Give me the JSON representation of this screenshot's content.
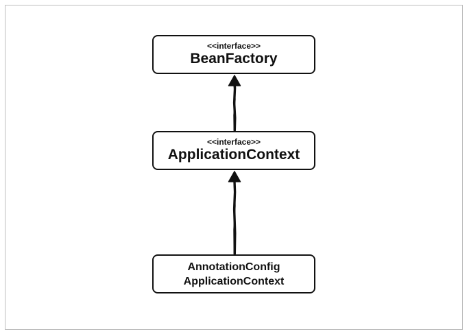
{
  "nodes": [
    {
      "id": "bean-factory",
      "stereotype": "<<interface>>",
      "name": "BeanFactory"
    },
    {
      "id": "application-context",
      "stereotype": "<<interface>>",
      "name": "ApplicationContext"
    },
    {
      "id": "annotation-config-application-context",
      "name_lines": [
        "AnnotationConfig",
        "ApplicationContext"
      ]
    }
  ],
  "edges": [
    {
      "from": "application-context",
      "to": "bean-factory",
      "type": "inheritance"
    },
    {
      "from": "annotation-config-application-context",
      "to": "application-context",
      "type": "inheritance"
    }
  ],
  "colors": {
    "stroke": "#111111",
    "frame": "#bdbdbd",
    "background": "#ffffff"
  }
}
